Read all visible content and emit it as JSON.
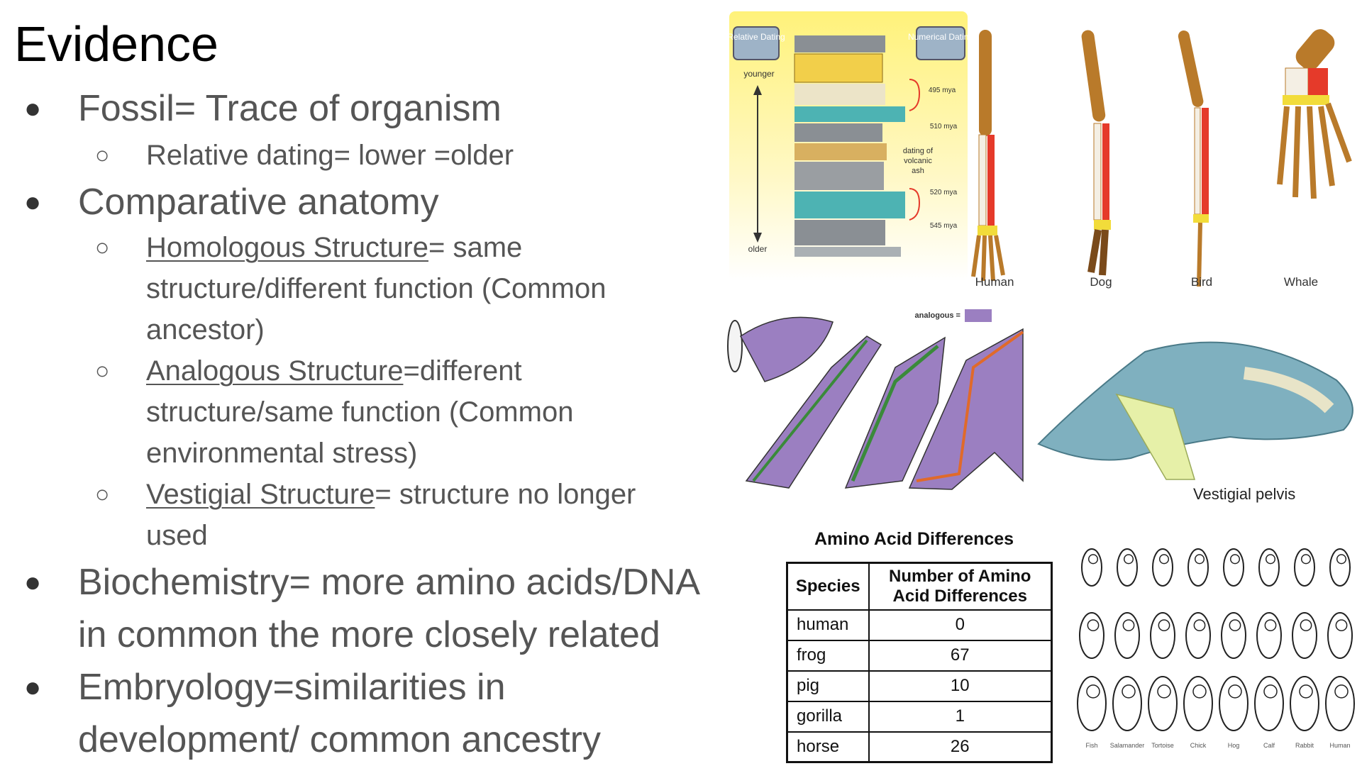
{
  "slide": {
    "title": "Evidence",
    "bullets": [
      {
        "text": "Fossil= Trace of organism"
      },
      {
        "text": "Comparative anatomy"
      },
      {
        "lines": [
          "Biochemistry= more amino acids/DNA",
          "in common the more closely related"
        ]
      },
      {
        "lines": [
          "Embryology=similarities in",
          "development/ common ancestry"
        ]
      }
    ],
    "subbullets": {
      "relative_dating": "Relative dating= lower =older",
      "homologous": {
        "term": "Homologous Structure",
        "lines": [
          "= same",
          "structure/different function (Common",
          "ancestor)"
        ]
      },
      "analogous": {
        "term": "Analogous Structure",
        "lines": [
          "=different",
          "structure/same function (Common",
          "environmental stress)"
        ]
      },
      "vestigial": {
        "term": "Vestigial Structure",
        "lines": [
          "= structure no longer",
          "used"
        ]
      }
    }
  },
  "strata_figure": {
    "relative_label": "Relative Dating",
    "numerical_label": "Numerical Dating",
    "younger": "younger",
    "older": "older",
    "ages": [
      "495 mya",
      "510 mya",
      "520 mya",
      "545 mya"
    ],
    "ash_label": [
      "dating of",
      "volcanic",
      "ash"
    ]
  },
  "limbs_figure": {
    "labels": [
      "Human",
      "Dog",
      "Bird",
      "Whale"
    ]
  },
  "wings_figure": {
    "legend": "analogous =",
    "legend_color": "#9b7fc1"
  },
  "whale_figure": {
    "caption": "Vestigial pelvis"
  },
  "amino_table": {
    "title": "Amino Acid Differences",
    "headers": [
      "Species",
      "Number of Amino Acid Differences"
    ],
    "rows": [
      {
        "species": "human",
        "value": "0"
      },
      {
        "species": "frog",
        "value": "67"
      },
      {
        "species": "pig",
        "value": "10"
      },
      {
        "species": "gorilla",
        "value": "1"
      },
      {
        "species": "horse",
        "value": "26"
      }
    ]
  },
  "embryo_figure": {
    "labels": [
      "Fish",
      "Salamander",
      "Tortoise",
      "Chick",
      "Hog",
      "Calf",
      "Rabbit",
      "Human"
    ]
  },
  "colors": {
    "bone_brown": "#b97a2a",
    "bone_red": "#e53a2a",
    "bone_yellow": "#f2dc3a",
    "purple": "#9b7fc1",
    "whale": "#7fb0bf"
  }
}
